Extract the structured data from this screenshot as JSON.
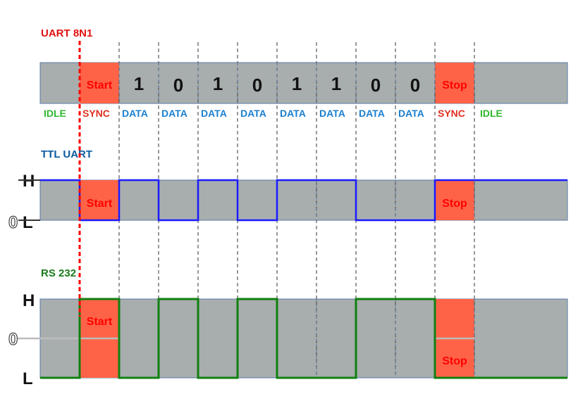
{
  "uart": {
    "title": "UART 8N1",
    "start_label": "Start",
    "stop_label": "Stop",
    "bits": [
      "1",
      "0",
      "1",
      "0",
      "1",
      "1",
      "0",
      "0"
    ],
    "cell_labels": [
      "IDLE",
      "SYNC",
      "DATA",
      "DATA",
      "DATA",
      "DATA",
      "DATA",
      "DATA",
      "DATA",
      "DATA",
      "SYNC",
      "IDLE"
    ]
  },
  "ttl": {
    "title": "TTL UART",
    "high_label": "H",
    "low_label": "L",
    "zero_label": "0",
    "start_label": "Start",
    "stop_label": "Stop",
    "levels": [
      "H",
      "L",
      "H",
      "L",
      "H",
      "L",
      "H",
      "H",
      "L",
      "L",
      "H",
      "H"
    ]
  },
  "rs232": {
    "title": "RS 232",
    "high_label": "H",
    "zero_label": "0",
    "low_label": "L",
    "start_label": "Start",
    "stop_label": "Stop",
    "levels": [
      "L",
      "H",
      "L",
      "H",
      "L",
      "H",
      "L",
      "L",
      "H",
      "H",
      "L",
      "L"
    ]
  },
  "colors": {
    "frame_fill": "#a8aead",
    "frame_stroke": "#5a78a8",
    "sync_fill": "#ff6347",
    "sync_text": "#ff0000",
    "idle_text": "#2eb82e",
    "sync_label_text": "#e03020",
    "data_label_text": "#1a7fd0",
    "uart_title": "#e01010",
    "ttl_title": "#0a5aa0",
    "rs232_title": "#1a7a1a",
    "ttl_wave": "#1a1aff",
    "rs232_wave": "#108010",
    "cursor": "#ff0000",
    "axis_text": "#111111"
  }
}
